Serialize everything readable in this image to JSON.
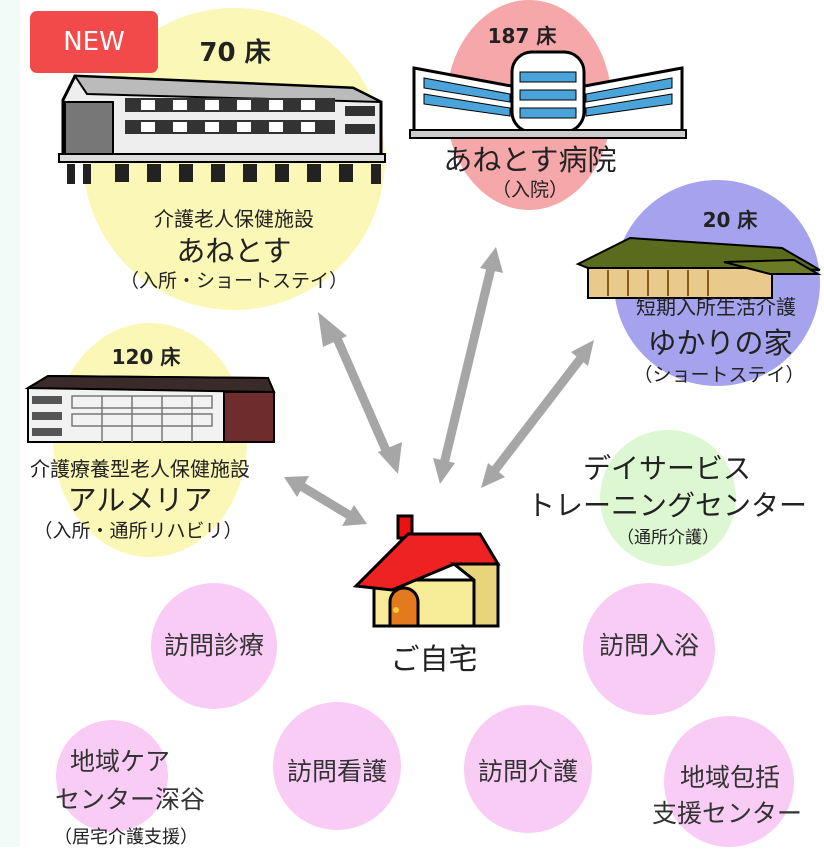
{
  "badge": "NEW",
  "facilities": {
    "anetosu": {
      "beds": "70 床",
      "type": "介護老人保健施設",
      "name": "あねとす",
      "note": "（入所・ショートステイ）"
    },
    "hospital": {
      "beds": "187 床",
      "name": "あねとす病院",
      "note": "（入院）"
    },
    "yukari": {
      "beds": "20 床",
      "type": "短期入所生活介護",
      "name": "ゆかりの家",
      "note": "（ショートステイ）"
    },
    "arumeria": {
      "beds": "120 床",
      "type": "介護療養型老人保健施設",
      "name": "アルメリア",
      "note": "（入所・通所リハビリ）"
    },
    "dayservice": {
      "line1": "デイサービス",
      "line2": "トレーニングセンター",
      "note": "（通所介護）"
    }
  },
  "home": {
    "label": "ご自宅"
  },
  "services": {
    "visit_medical": "訪問診療",
    "visit_bath": "訪問入浴",
    "visit_nursing": "訪問看護",
    "visit_care": "訪問介護",
    "care_center_line1": "地域ケア",
    "care_center_line2": "センター深谷",
    "care_center_note": "（居宅介護支援）",
    "support_center_line1": "地域包括",
    "support_center_line2": "支援センター"
  },
  "colors": {
    "yellow_circle": "#fbf7b6",
    "pink_circle": "#f6a7a9",
    "purple_circle": "#a5a3ee",
    "green_circle": "#dcf7d1",
    "magenta_circle": "#f9ccf6",
    "arrow": "#a6a6a6",
    "badge": "#f24a4a"
  }
}
